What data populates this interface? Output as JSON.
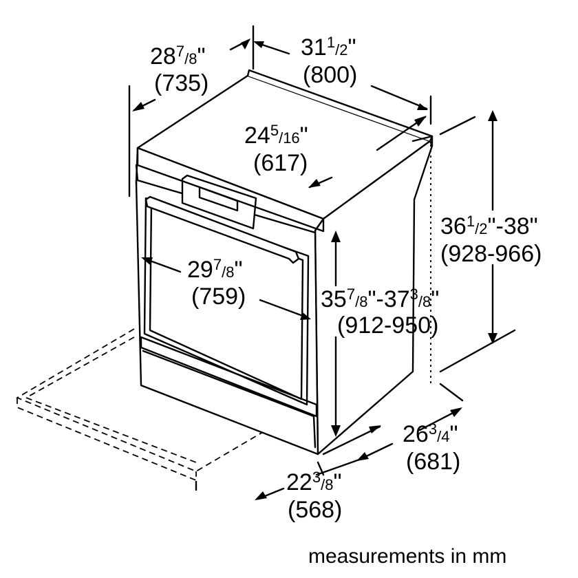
{
  "dimensions": {
    "depth_overall": {
      "whole": "28",
      "frac_num": "7",
      "frac_den": "/8",
      "unit": "\"",
      "mm": "(735)"
    },
    "width_overall": {
      "whole": "31",
      "frac_num": "1",
      "frac_den": "/2",
      "unit": "\"",
      "mm": "(800)"
    },
    "cooktop_depth": {
      "whole": "24",
      "frac_num": "5",
      "frac_den": "/16",
      "unit": "\"",
      "mm": "(617)"
    },
    "height_overall": {
      "whole": "36",
      "frac_num": "1",
      "frac_den": "/2",
      "tail": "\"-38\"",
      "mm": "(928-966)"
    },
    "oven_width": {
      "whole": "29",
      "frac_num": "7",
      "frac_den": "/8",
      "unit": "\"",
      "mm": "(759)"
    },
    "height_body": {
      "whole": "35",
      "frac_num": "7",
      "frac_den": "/8",
      "mid": "\"-37",
      "frac2_num": "3",
      "frac2_den": "/8",
      "unit": "\"",
      "mm": "(912-950)"
    },
    "cutout_depth": {
      "whole": "26",
      "frac_num": "3",
      "frac_den": "/4",
      "unit": "\"",
      "mm": "(681)"
    },
    "cutout_width": {
      "whole": "22",
      "frac_num": "3",
      "frac_den": "/8",
      "unit": "\"",
      "mm": "(568)"
    }
  },
  "caption": "measurements in mm"
}
